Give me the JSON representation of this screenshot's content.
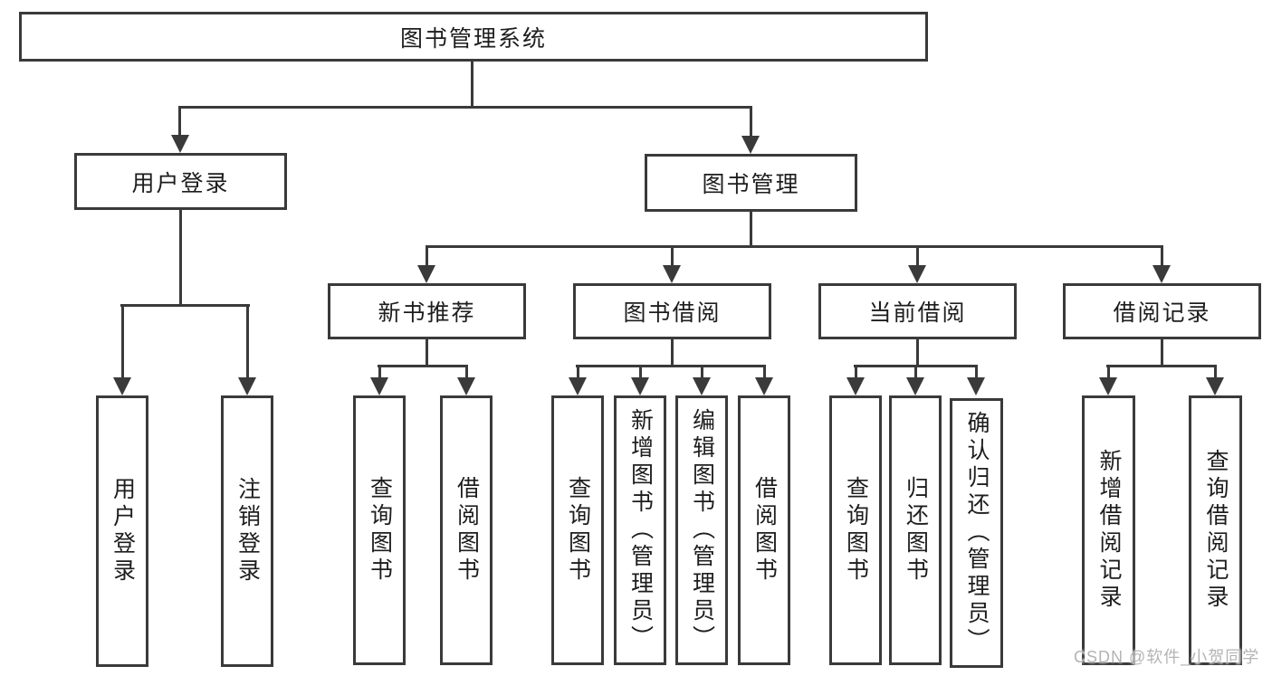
{
  "diagram_title": "图书管理系统",
  "tree": {
    "root": {
      "label": "图书管理系统"
    },
    "children": [
      {
        "label": "用户登录",
        "children": [
          {
            "label": "用户登录"
          },
          {
            "label": "注销登录"
          }
        ]
      },
      {
        "label": "图书管理",
        "children": [
          {
            "label": "新书推荐",
            "children": [
              {
                "label": "查询图书"
              },
              {
                "label": "借阅图书"
              }
            ]
          },
          {
            "label": "图书借阅",
            "children": [
              {
                "label": "查询图书"
              },
              {
                "label": "新增图书（管理员）"
              },
              {
                "label": "编辑图书（管理员）"
              },
              {
                "label": "借阅图书"
              }
            ]
          },
          {
            "label": "当前借阅",
            "children": [
              {
                "label": "查询图书"
              },
              {
                "label": "归还图书"
              },
              {
                "label": "确认归还（管理员）"
              }
            ]
          },
          {
            "label": "借阅记录",
            "children": [
              {
                "label": "新增借阅记录"
              },
              {
                "label": "查询借阅记录"
              }
            ]
          }
        ]
      }
    ]
  },
  "watermark": {
    "text": "CSDN @软件_小贺同学",
    "color": "#b4b4b4"
  },
  "colors": {
    "line": "#3a3a3a",
    "box_border": "#3a3a3a",
    "box_fill": "#ffffff",
    "text": "#1d1d1d",
    "background": "#ffffff"
  }
}
